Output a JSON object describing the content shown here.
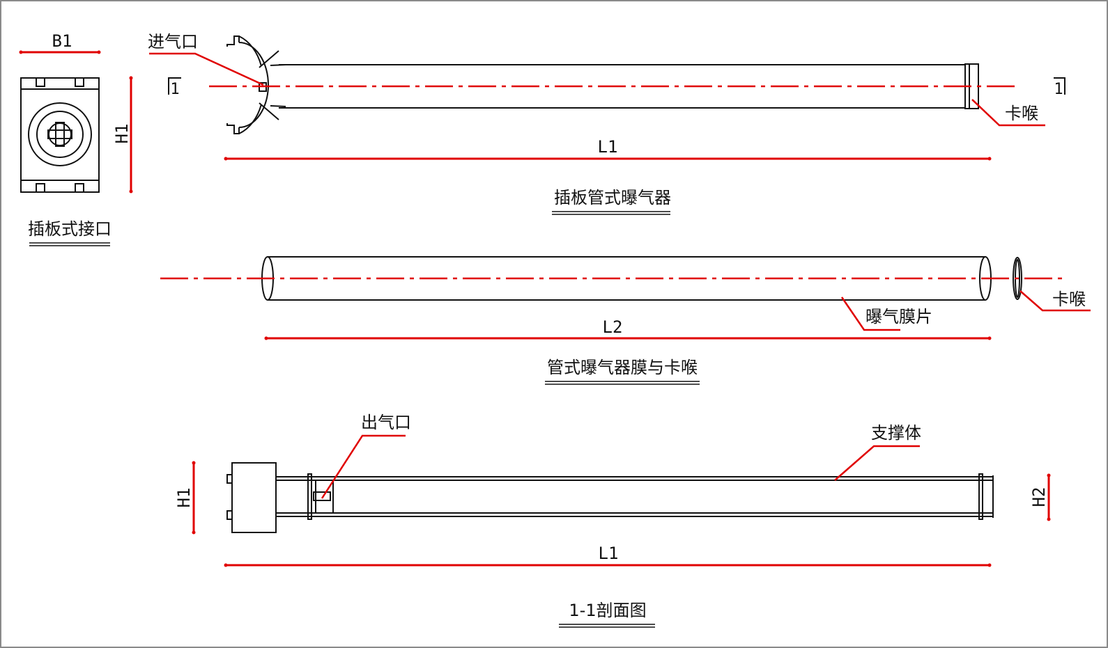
{
  "colors": {
    "outline": "#111111",
    "annotation": "#e00000",
    "frame": "#8a8a8a",
    "background": "#ffffff"
  },
  "interface_view": {
    "title": "插板式接口",
    "width_dim": "B1",
    "height_dim": "H1"
  },
  "diffuser_view": {
    "title": "插板管式曝气器",
    "length_dim": "L1",
    "inlet_label": "进气口",
    "clamp_label": "卡喉",
    "section_marks": [
      "1",
      "1"
    ]
  },
  "membrane_view": {
    "title": "管式曝气器膜与卡喉",
    "length_dim": "L2",
    "membrane_label": "曝气膜片",
    "clamp_label": "卡喉"
  },
  "section_view": {
    "title": "1-1剖面图",
    "length_dim": "L1",
    "height_dim_left": "H1",
    "height_dim_right": "H2",
    "outlet_label": "出气口",
    "support_label": "支撑体"
  }
}
